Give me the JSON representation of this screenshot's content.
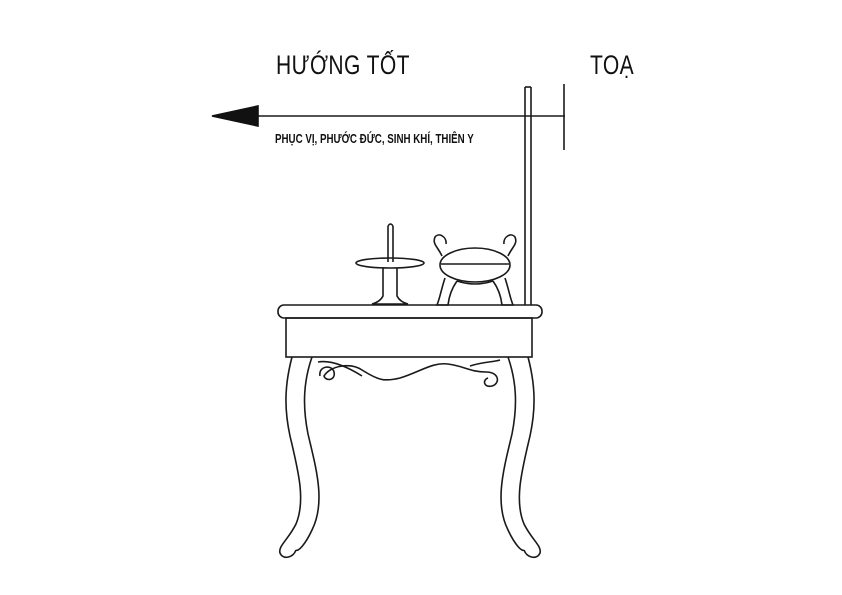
{
  "labels": {
    "good_direction": "HƯỚNG TỐT",
    "seat": "TOẠ",
    "directions_list": "PHỤC VỊ, PHƯỚC ĐỨC, SINH KHÍ, THIÊN Y"
  },
  "colors": {
    "line": "#1a1a1a",
    "background": "#ffffff"
  }
}
